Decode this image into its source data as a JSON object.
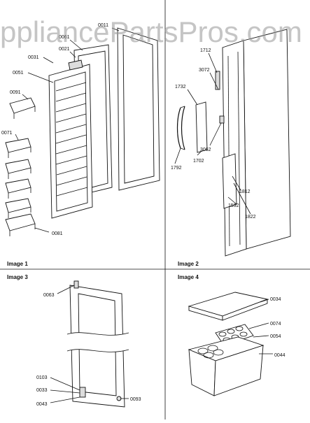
{
  "watermark": "ppliancePartsPros.com",
  "panels": [
    {
      "caption": "Image 1"
    },
    {
      "caption": "Image 2"
    },
    {
      "caption": "Image 3"
    },
    {
      "caption": "Image 4"
    }
  ],
  "labels": {
    "p1": [
      "0011",
      "0061",
      "0021",
      "0031",
      "0051",
      "0091",
      "0071",
      "0081"
    ],
    "p2": [
      "1712",
      "3072",
      "1732",
      "3062",
      "1702",
      "1792",
      "1812",
      "1592",
      "1822"
    ],
    "p3": [
      "0063",
      "0103",
      "0033",
      "0043",
      "0093"
    ],
    "p4": [
      "0034",
      "0074",
      "0054",
      "0044"
    ]
  }
}
